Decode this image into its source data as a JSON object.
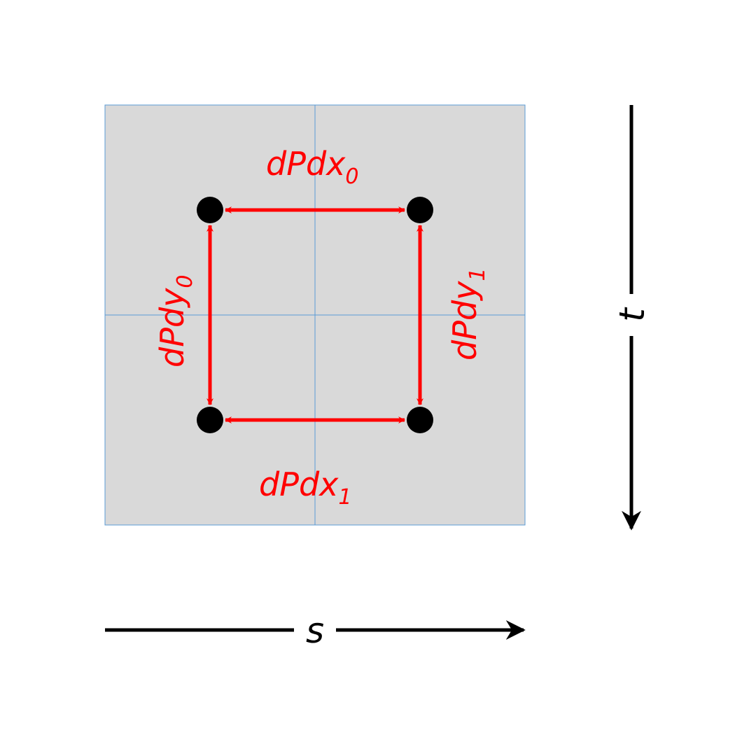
{
  "colors": {
    "texel_fill": "#d9d9d9",
    "texel_grid": "#5b9bd5",
    "derivative_arrow": "#ff0000",
    "sample_point": "#000000",
    "axis": "#000000"
  },
  "labels": {
    "dpdx0": {
      "base": "dPdx",
      "sub": "0"
    },
    "dpdx1": {
      "base": "dPdx",
      "sub": "1"
    },
    "dpdy0": {
      "base": "dPdy",
      "sub": "0"
    },
    "dpdy1": {
      "base": "dPdy",
      "sub": "1"
    }
  },
  "axes": {
    "s_label": "s",
    "t_label": "t"
  }
}
